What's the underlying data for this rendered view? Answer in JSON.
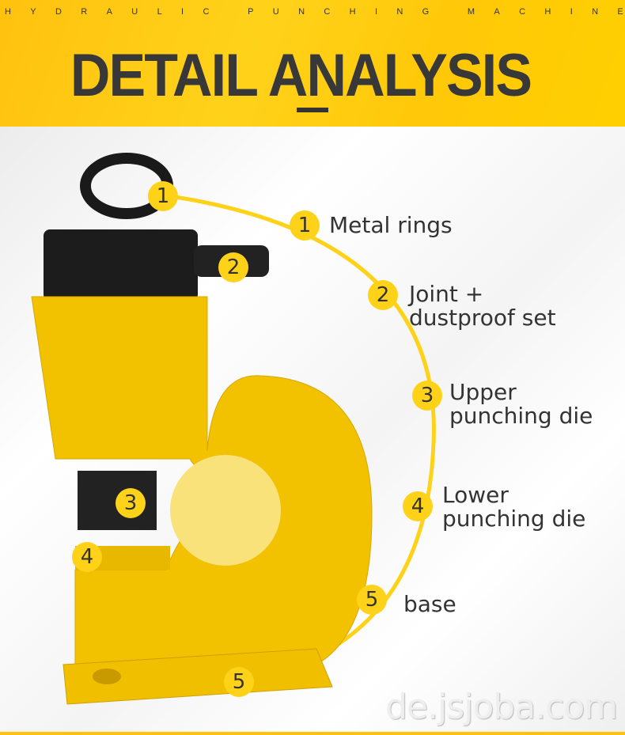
{
  "header": {
    "subtitle": "HYDRAULIC PUNCHING MACHINE",
    "title": "DETAIL ANALYSIS"
  },
  "callouts": [
    {
      "num": "1",
      "label": "Metal rings"
    },
    {
      "num": "2",
      "label_line1": "Joint +",
      "label_line2": "dustproof set"
    },
    {
      "num": "3",
      "label_line1": "Upper",
      "label_line2": "punching die"
    },
    {
      "num": "4",
      "label_line1": "Lower",
      "label_line2": "punching die"
    },
    {
      "num": "5",
      "label": "base"
    }
  ],
  "markers": [
    "1",
    "2",
    "3",
    "4",
    "5"
  ],
  "watermark": "de.jsjoba.com",
  "colors": {
    "accent": "#ffd21a",
    "text": "#333333",
    "body": "#f2c200"
  }
}
